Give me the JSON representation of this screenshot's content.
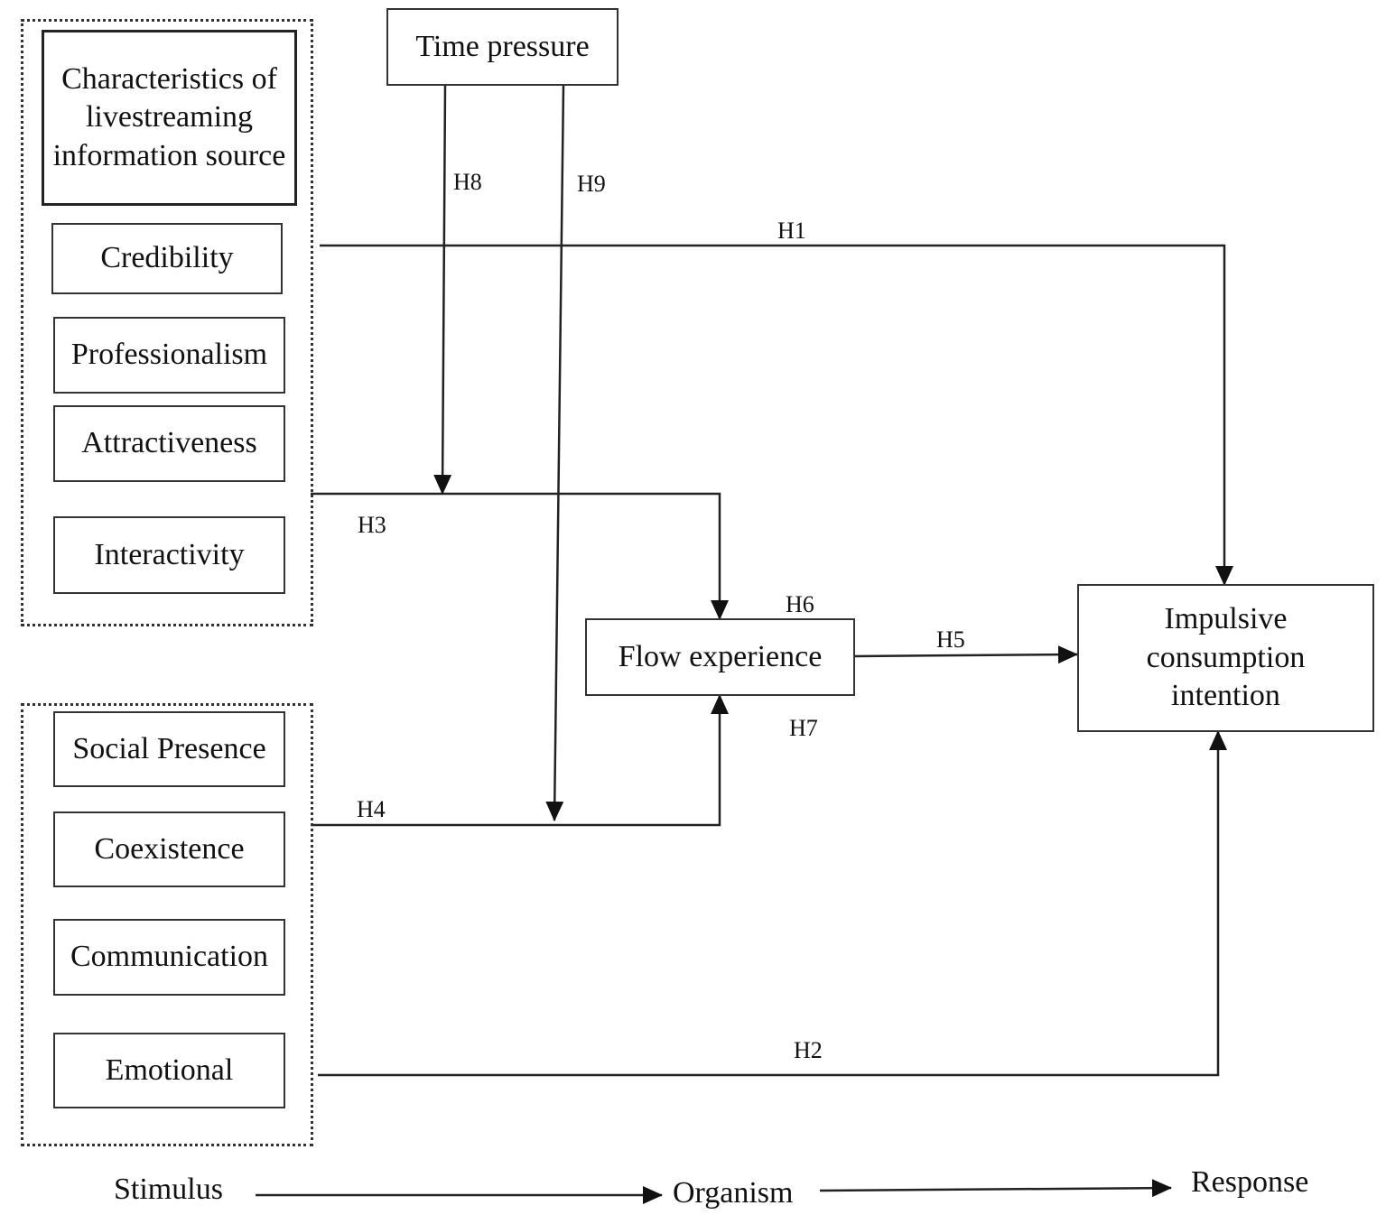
{
  "stimulus_group_1": {
    "header": "Characteristics of livestreaming information source",
    "items": [
      "Credibility",
      "Professionalism",
      "Attractiveness",
      "Interactivity"
    ]
  },
  "stimulus_group_2": {
    "items": [
      "Social Presence",
      "Coexistence",
      "Communication",
      "Emotional"
    ]
  },
  "moderator": "Time pressure",
  "mediator": "Flow experience",
  "outcome": "Impulsive consumption intention",
  "hypotheses": {
    "h1": "H1",
    "h2": "H2",
    "h3": "H3",
    "h4": "H4",
    "h5": "H5",
    "h6": "H6",
    "h7": "H7",
    "h8": "H8",
    "h9": "H9"
  },
  "phases": {
    "stimulus": "Stimulus",
    "organism": "Organism",
    "response": "Response"
  }
}
